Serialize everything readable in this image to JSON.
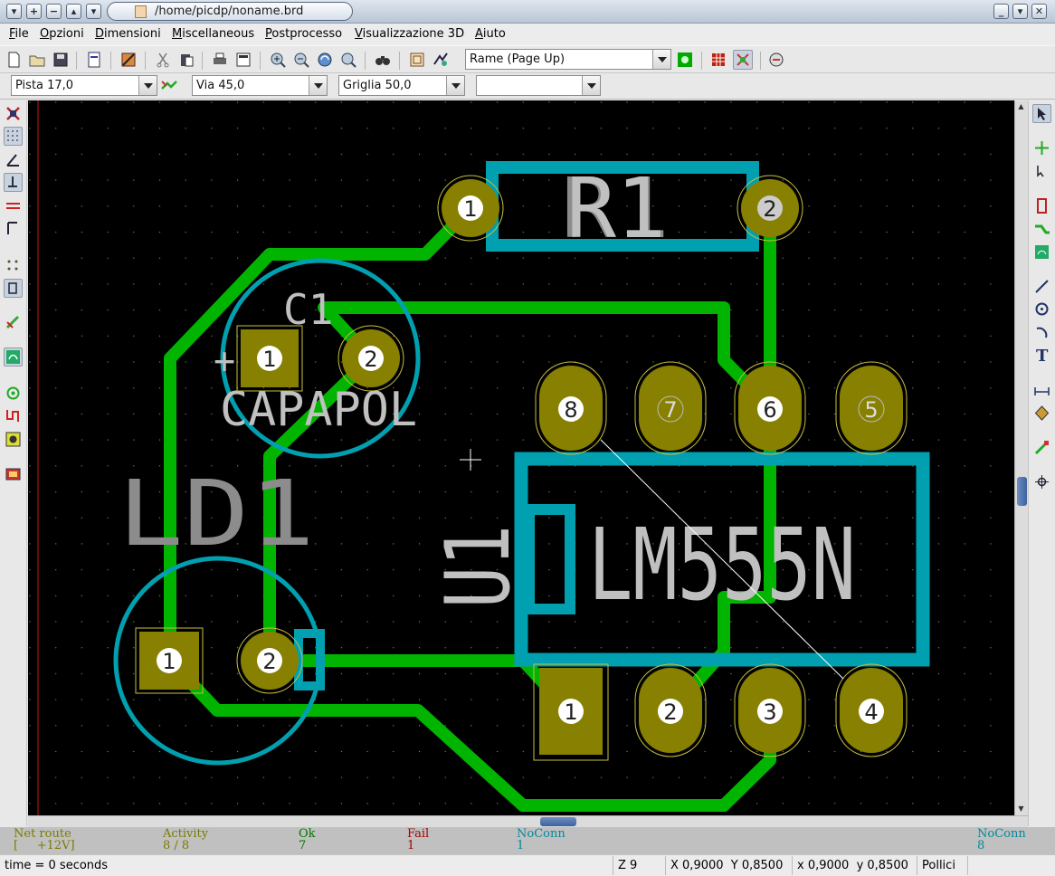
{
  "window": {
    "title": "/home/picdp/noname.brd",
    "left_buttons": [
      "▾",
      "+",
      "−",
      "▴",
      "▾"
    ],
    "right_buttons": [
      "_",
      "▾",
      "✕"
    ]
  },
  "menu": [
    "File",
    "Opzioni",
    "Dimensioni",
    "Miscellaneous",
    "Postprocesso",
    "Visualizzazione 3D",
    "Aiuto"
  ],
  "toolbar": {
    "layer_combo": "Rame (Page Up)",
    "track_combo": "Pista 17,0",
    "via_combo": "Via 45,0",
    "grid_combo": "Griglia 50,0",
    "zoom_combo": ""
  },
  "icons": {
    "new": "new-board-icon",
    "open": "open-icon",
    "save": "save-icon",
    "page": "page-settings-icon",
    "library": "library-icon",
    "cut": "cut-icon",
    "paste": "paste-icon",
    "print": "print-icon",
    "plot": "plot-icon",
    "zoom_in": "zoom-in-icon",
    "zoom_out": "zoom-out-icon",
    "redraw": "redraw-icon",
    "zoom_auto": "zoom-auto-icon",
    "find": "find-icon",
    "netlist": "netlist-icon",
    "drc": "drc-icon"
  },
  "board": {
    "components": [
      {
        "ref": "R1",
        "pads": [
          "1",
          "2"
        ]
      },
      {
        "ref": "C1",
        "value": "CAPAPOL",
        "pads": [
          "1",
          "2"
        ],
        "polarity": "+"
      },
      {
        "ref": "LD1",
        "pads": [
          "1",
          "2"
        ]
      },
      {
        "ref": "U1",
        "value": "LM555N",
        "pads_top": [
          "8",
          "7",
          "6",
          "5"
        ],
        "pads_bottom": [
          "1",
          "2",
          "3",
          "4"
        ]
      }
    ]
  },
  "status": {
    "net_route": {
      "label": "Net route",
      "value": "[     +12V]"
    },
    "activity": {
      "label": "Activity",
      "value": "8 / 8"
    },
    "ok": {
      "label": "Ok",
      "value": "7"
    },
    "fail": {
      "label": "Fail",
      "value": "1"
    },
    "noconn": {
      "label": "NoConn",
      "value": "1"
    },
    "noconn_total": {
      "label": "NoConn",
      "value": "8"
    }
  },
  "statusbar": {
    "message": "time = 0 seconds",
    "zoom": "Z 9",
    "abs_coords": "X 0,9000  Y 0,8500",
    "rel_coords": "x 0,9000  y 0,8500",
    "units": "Pollici"
  },
  "colors": {
    "track": "#00b400",
    "copper_pad": "#888000",
    "silk": "#c0c0c0",
    "outline": "#00a0b0",
    "background": "#000000"
  }
}
